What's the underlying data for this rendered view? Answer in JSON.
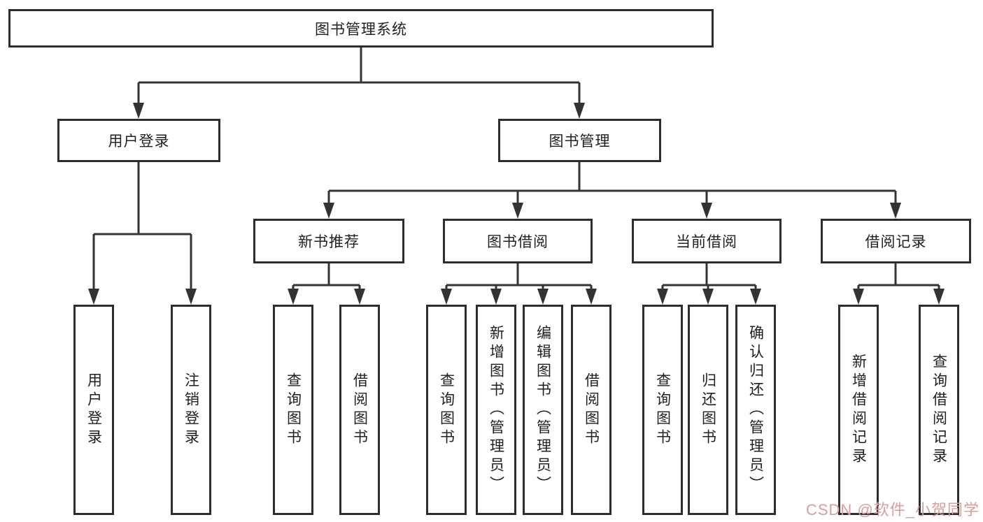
{
  "tree": {
    "label": "图书管理系统",
    "children": [
      {
        "label": "用户登录",
        "children": [
          {
            "label": "用户登录"
          },
          {
            "label": "注销登录"
          }
        ]
      },
      {
        "label": "图书管理",
        "children": [
          {
            "label": "新书推荐",
            "children": [
              {
                "label": "查询图书"
              },
              {
                "label": "借阅图书"
              }
            ]
          },
          {
            "label": "图书借阅",
            "children": [
              {
                "label": "查询图书"
              },
              {
                "label": "新增图书（管理员）"
              },
              {
                "label": "编辑图书（管理员）"
              },
              {
                "label": "借阅图书"
              }
            ]
          },
          {
            "label": "当前借阅",
            "children": [
              {
                "label": "查询图书"
              },
              {
                "label": "归还图书"
              },
              {
                "label": "确认归还（管理员）"
              }
            ]
          },
          {
            "label": "借阅记录",
            "children": [
              {
                "label": "新增借阅记录"
              },
              {
                "label": "查询借阅记录"
              }
            ]
          }
        ]
      }
    ]
  },
  "watermark": {
    "text": "CSDN @软件_小贺同学"
  },
  "colors": {
    "line": "#333333",
    "border": "#2d2d2d",
    "text": "#1f1f1f",
    "watermark": "#dc9c9c",
    "background": "#ffffff"
  }
}
